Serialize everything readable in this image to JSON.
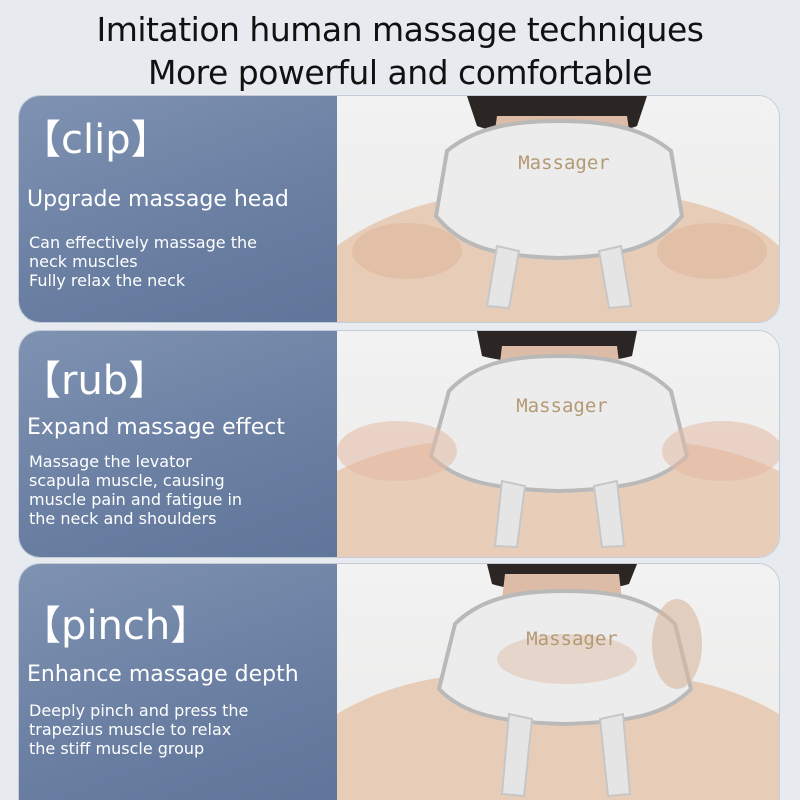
{
  "header": {
    "line1": "Imitation human massage techniques",
    "line2": "More powerful and comfortable"
  },
  "cards": [
    {
      "bracket_open": "【",
      "name": "clip",
      "bracket_close": "】",
      "subtitle": "Upgrade massage head",
      "desc_lines": [
        "Can effectively massage the",
        "neck muscles",
        "Fully relax the neck"
      ],
      "device_label": "Massager"
    },
    {
      "bracket_open": "【",
      "name": "rub",
      "bracket_close": "】",
      "subtitle": "Expand massage effect",
      "desc_lines": [
        "Massage the levator",
        "scapula muscle, causing",
        "muscle pain and fatigue in",
        "the neck and shoulders"
      ],
      "device_label": "Massager"
    },
    {
      "bracket_open": "【",
      "name": "pinch",
      "bracket_close": "】",
      "subtitle": "Enhance massage depth",
      "desc_lines": [
        "Deeply pinch and press the",
        "trapezius muscle to relax",
        "the stiff muscle group"
      ],
      "device_label": "Massager"
    }
  ],
  "colors": {
    "panel": "#6b80a3",
    "background": "#e7ebf0",
    "device": "#e9ebec",
    "label": "#b49a74"
  }
}
